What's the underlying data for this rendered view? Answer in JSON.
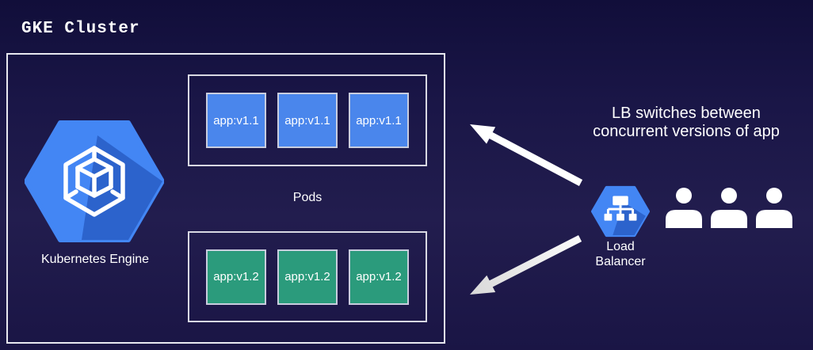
{
  "title": "GKE Cluster",
  "cluster": {
    "kubernetes_engine_label": "Kubernetes Engine",
    "pods_label": "Pods",
    "pod_groups": [
      {
        "version": "v1.1",
        "color": "#4a86ec",
        "pods": [
          "app:v1.1",
          "app:v1.1",
          "app:v1.1"
        ]
      },
      {
        "version": "v1.2",
        "color": "#2b9b7c",
        "pods": [
          "app:v1.2",
          "app:v1.2",
          "app:v1.2"
        ]
      }
    ]
  },
  "load_balancer": {
    "label_line1": "Load",
    "label_line2": "Balancer",
    "icon": "lb-hexagon-tree-icon"
  },
  "annotation": {
    "line1": "LB switches between",
    "line2": "concurrent versions of app"
  },
  "users": {
    "count": 3,
    "icon": "person-icon"
  },
  "icons": {
    "kubernetes_engine": "gke-hexagon-cube-icon"
  },
  "colors": {
    "background": "#1a1647",
    "gcp_blue": "#4386f4",
    "gcp_blue_shadow": "#2c63cc",
    "pod_blue": "#4a86ec",
    "pod_green": "#2b9b7c",
    "box_border": "#e8e8f0",
    "arrow": "#ffffff"
  }
}
